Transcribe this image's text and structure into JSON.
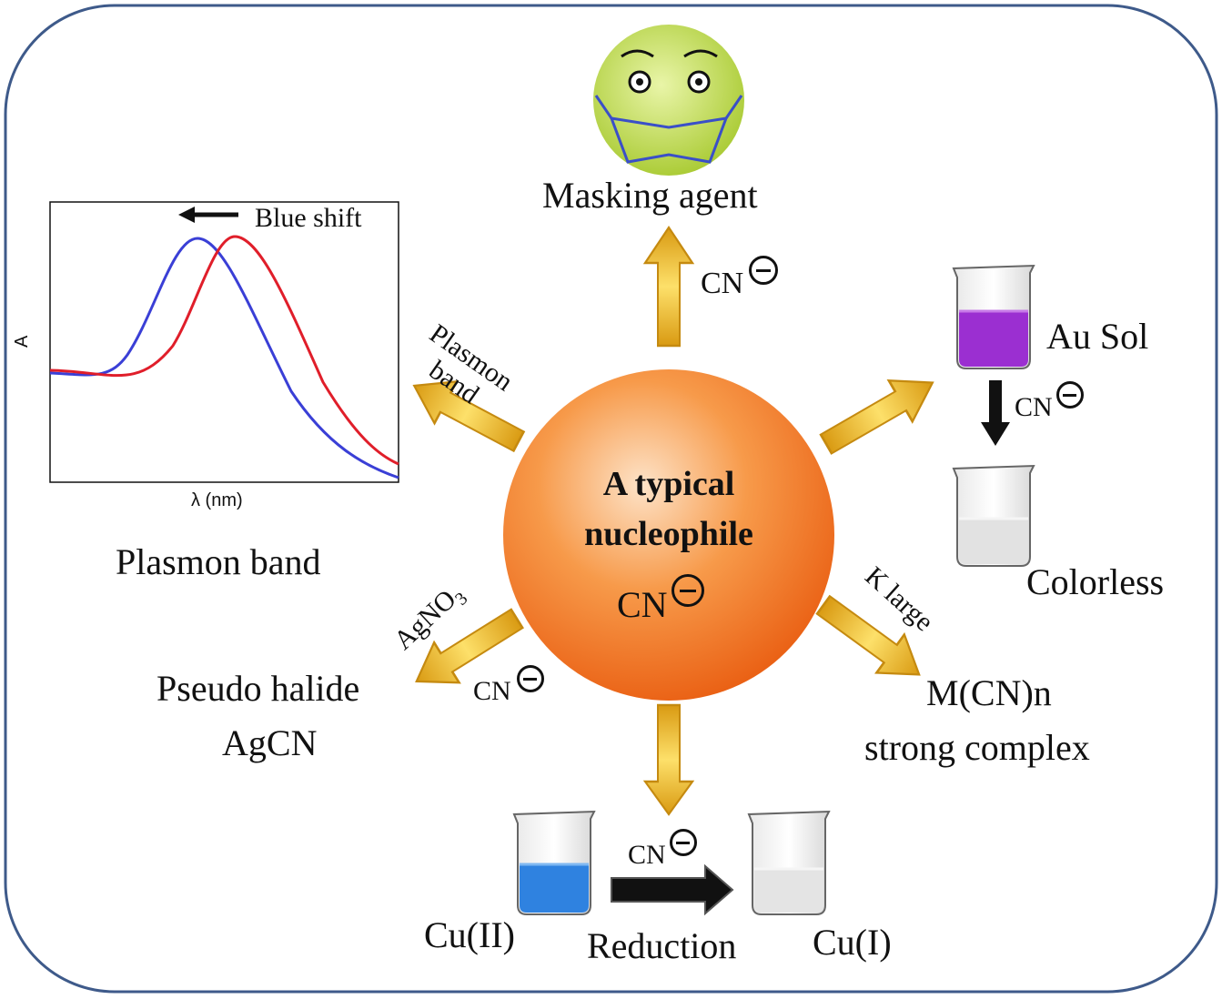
{
  "center": {
    "title_line1": "A typical",
    "title_line2": "nucleophile",
    "ion": "CN"
  },
  "top": {
    "label": "Masking agent",
    "ion": "CN"
  },
  "plasmon": {
    "arrow_label_line1": "Plasmon",
    "arrow_label_line2": "band",
    "caption": "Plasmon band",
    "shift_label": "Blue shift",
    "y_axis": "A",
    "x_axis": "λ (nm)"
  },
  "au": {
    "sol_label": "Au Sol",
    "ion": "CN",
    "result": "Colorless"
  },
  "complex": {
    "arrow_label": "K large",
    "line1": "M(CN)n",
    "line2": "strong complex"
  },
  "silver": {
    "reagent": "AgNO",
    "reagent_sub": "3",
    "ion": "CN",
    "line1": "Pseudo halide",
    "line2": "AgCN"
  },
  "copper": {
    "ion": "CN",
    "from": "Cu(II)",
    "to": "Cu(I)",
    "process": "Reduction"
  },
  "colors": {
    "border": "#3e5a8a",
    "arrow_fill": "#f5c22a",
    "arrow_edge": "#c58a10",
    "sphere_light": "#fde3c8",
    "sphere_dark": "#e95c10",
    "blue_curve": "#3a3fd6",
    "red_curve": "#e01e2a",
    "face": "#b6d63a",
    "mask": "#3a4fc8",
    "purple_liquid": "#9b2fd1",
    "blue_liquid": "#2f82e0"
  }
}
